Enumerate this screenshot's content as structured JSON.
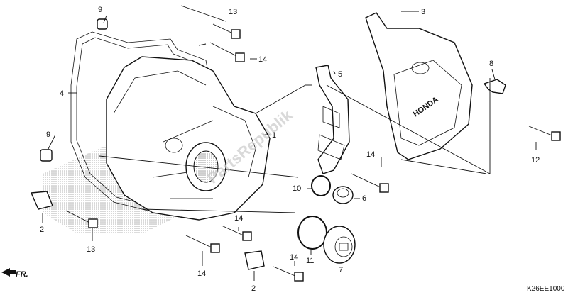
{
  "callouts": [
    {
      "id": "c1",
      "text": "1"
    },
    {
      "id": "c2a",
      "text": "2"
    },
    {
      "id": "c2b",
      "text": "2"
    },
    {
      "id": "c3",
      "text": "3"
    },
    {
      "id": "c4",
      "text": "4"
    },
    {
      "id": "c5",
      "text": "5"
    },
    {
      "id": "c6",
      "text": "6"
    },
    {
      "id": "c7",
      "text": "7"
    },
    {
      "id": "c8",
      "text": "8"
    },
    {
      "id": "c9a",
      "text": "9"
    },
    {
      "id": "c9b",
      "text": "9"
    },
    {
      "id": "c10",
      "text": "10"
    },
    {
      "id": "c11",
      "text": "11"
    },
    {
      "id": "c12",
      "text": "12"
    },
    {
      "id": "c13a",
      "text": "13"
    },
    {
      "id": "c13b",
      "text": "13"
    },
    {
      "id": "c14a",
      "text": "14"
    },
    {
      "id": "c14b",
      "text": "14"
    },
    {
      "id": "c14c",
      "text": "14"
    },
    {
      "id": "c14d",
      "text": "14"
    },
    {
      "id": "c14e",
      "text": "14"
    }
  ],
  "direction_marker": "FR.",
  "diagram_code": "K26EE1000",
  "watermark": "PartsRepublik",
  "cover_brand": "HONDA",
  "colors": {
    "line": "#111111",
    "shade": "#bdbdbd",
    "watermark": "#c9c9c9"
  }
}
